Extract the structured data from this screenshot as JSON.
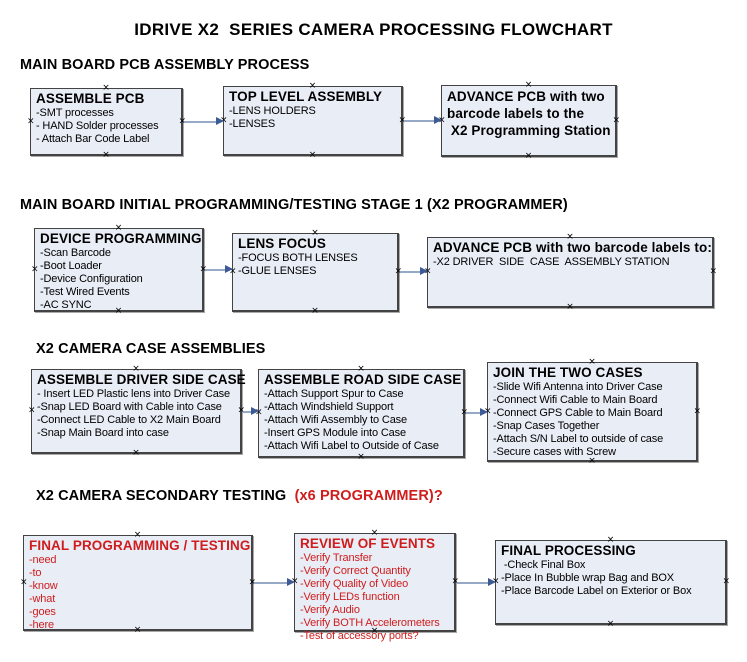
{
  "colors": {
    "red_text": "#cf1d1d",
    "box_fill": "#e9edf6",
    "box_border": "#434343",
    "connector_line": "#96a9c7",
    "connector_arrow": "#3c5a96"
  },
  "icons": {
    "anchor_x": "×"
  },
  "title": "IDRIVE X2  SERIES CAMERA PROCESSING FLOWCHART",
  "sections": [
    {
      "header": "MAIN BOARD PCB ASSEMBLY PROCESS",
      "boxes": [
        {
          "title": "ASSEMBLE PCB",
          "items": [
            "-SMT processes",
            "- HAND Solder processes",
            "- Attach Bar Code Label"
          ]
        },
        {
          "title": "TOP LEVEL ASSEMBLY",
          "items": [
            "-LENS HOLDERS",
            "-LENSES"
          ]
        },
        {
          "items": [
            "ADVANCE PCB with two",
            "barcode labels to the",
            " X2 Programming Station"
          ]
        }
      ]
    },
    {
      "header": "MAIN BOARD INITIAL PROGRAMMING/TESTING STAGE 1 (X2 PROGRAMMER)",
      "boxes": [
        {
          "title": "DEVICE PROGRAMMING",
          "items": [
            "-Scan Barcode",
            "-Boot Loader",
            "-Device Configuration",
            "-Test Wired Events",
            "-AC SYNC"
          ]
        },
        {
          "title": "LENS FOCUS",
          "items": [
            "-FOCUS BOTH LENSES",
            "-GLUE LENSES"
          ]
        },
        {
          "title": "ADVANCE PCB with two barcode labels to:",
          "items": [
            "-X2 DRIVER  SIDE  CASE  ASSEMBLY STATION"
          ]
        }
      ]
    },
    {
      "header": "X2 CAMERA CASE ASSEMBLIES",
      "boxes": [
        {
          "title": "ASSEMBLE DRIVER SIDE CASE",
          "items": [
            "- Insert LED Plastic lens into Driver Case",
            "-Snap LED Board with Cable into Case",
            "-Connect LED Cable to X2 Main Board",
            "-Snap Main Board into case"
          ]
        },
        {
          "title": "ASSEMBLE ROAD SIDE CASE",
          "items": [
            "-Attach Support Spur to Case",
            "-Attach Windshield Support",
            "-Attach Wifi Assembly to Case",
            "-Insert GPS Module into Case",
            "-Attach Wifi Label to Outside of Case"
          ]
        },
        {
          "title": "JOIN THE TWO CASES",
          "items": [
            "-Slide Wifi Antenna into Driver Case",
            "-Connect Wifi Cable to Main Board",
            "-Connect GPS Cable to Main Board",
            "-Snap Cases Together",
            "-Attach S/N Label to outside of case",
            "-Secure cases with Screw"
          ]
        }
      ]
    },
    {
      "header": "X2 CAMERA SECONDARY TESTING ",
      "header_suffix": " (x6 PROGRAMMER)?",
      "boxes": [
        {
          "title": "FINAL PROGRAMMING / TESTING",
          "items": [
            "-need",
            "-to",
            "-know",
            "-what",
            "-goes",
            "-here"
          ]
        },
        {
          "title": "REVIEW OF EVENTS",
          "items": [
            "-Verify Transfer",
            "-Verify Correct Quantity",
            "-Verify Quality of Video",
            "-Verify LEDs function",
            "-Verify Audio",
            "-Verify BOTH Accelerometers",
            "-Test of accessory ports?"
          ]
        },
        {
          "title": "FINAL PROCESSING",
          "items": [
            " -Check Final Box",
            "-Place In Bubble wrap Bag and BOX",
            "-Place Barcode Label on Exterior or Box"
          ]
        }
      ]
    }
  ]
}
